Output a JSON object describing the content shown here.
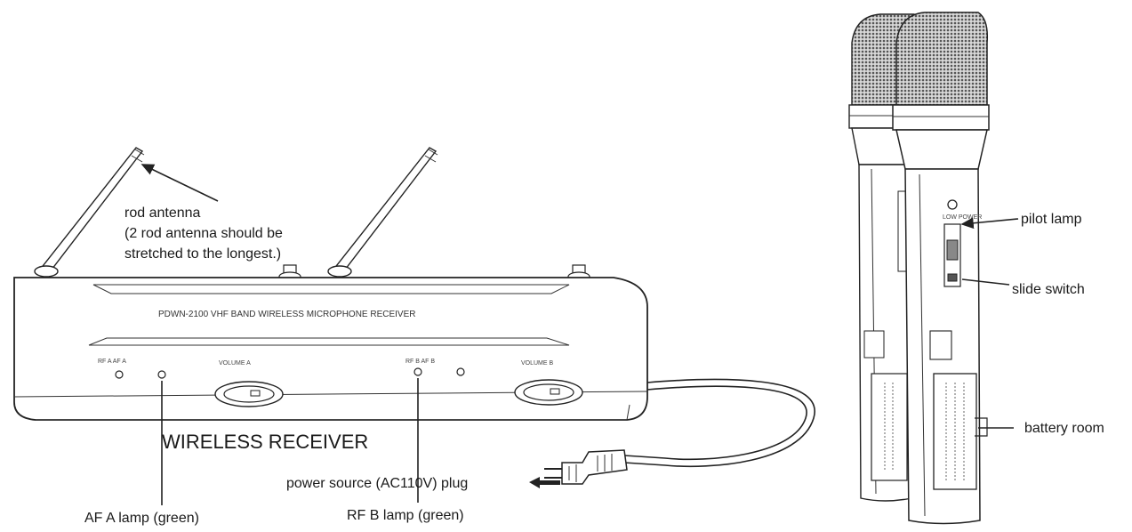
{
  "receiver": {
    "model_line": "PDWN-2100   VHF BAND WIRELESS MICROPHONE RECEIVER",
    "panel_rf_a_af_a": "RF A AF A",
    "panel_volume_a": "VOLUME A",
    "panel_rf_b_af_b": "RF B AF B",
    "panel_volume_b": "VOLUME B",
    "heading": "WIRELESS RECEIVER"
  },
  "callouts": {
    "rod_antenna_1": "rod antenna",
    "rod_antenna_2": "(2 rod antenna should be",
    "rod_antenna_3": "stretched to the longest.)",
    "af_a_lamp": "AF A lamp (green)",
    "rf_b_lamp": "RF B lamp (green)",
    "power_plug": "power source (AC110V) plug",
    "pilot_lamp": "pilot lamp",
    "slide_switch": "slide switch",
    "battery_room": "battery room"
  },
  "microphones": {
    "power_switch_label": "LOW POWER"
  },
  "colors": {
    "line": "#222222",
    "grille_dark": "#555555",
    "grille_light": "#d8d8d8",
    "background": "#ffffff"
  }
}
